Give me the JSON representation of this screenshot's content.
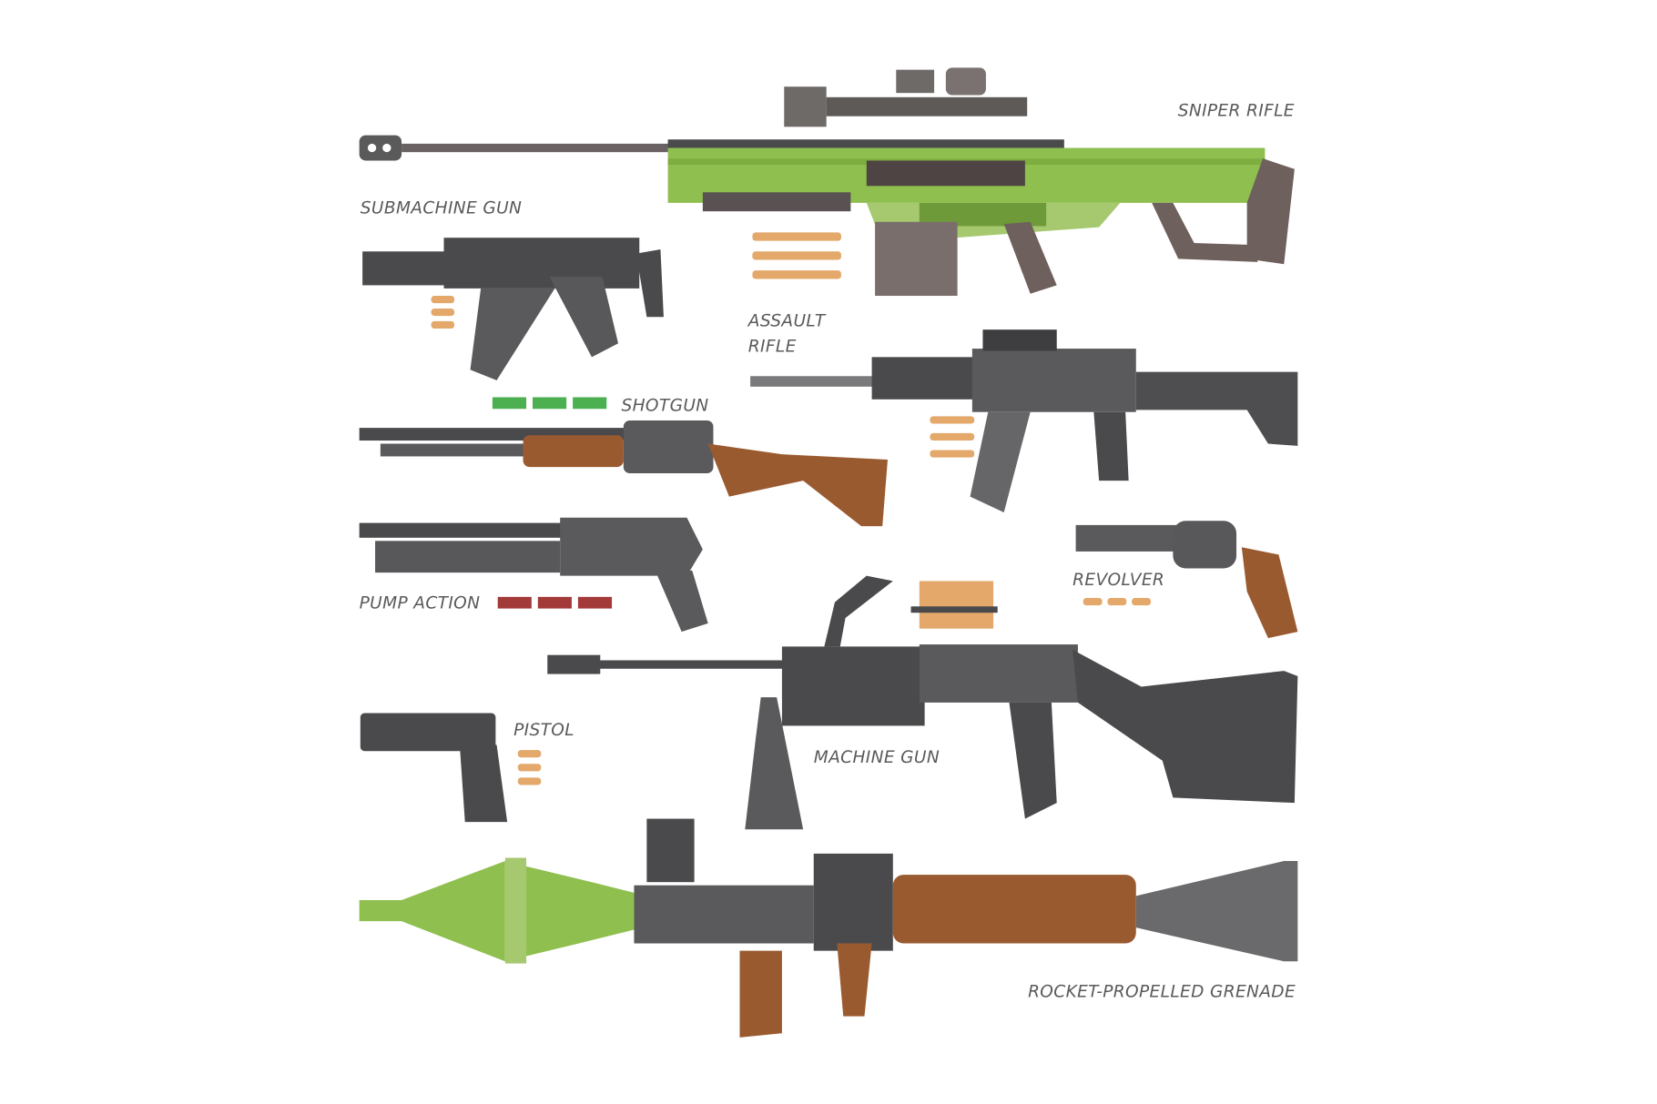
{
  "labels": {
    "sniper_rifle": "SNIPER RIFLE",
    "submachine_gun": "SUBMACHINE GUN",
    "assault_rifle_1": "ASSAULT",
    "assault_rifle_2": "RIFLE",
    "shotgun": "SHOTGUN",
    "pump_action": "PUMP ACTION",
    "revolver": "REVOLVER",
    "pistol": "PISTOL",
    "machine_gun": "MACHINE GUN",
    "rpg": "ROCKET-PROPELLED GRENADE"
  },
  "colors": {
    "gun_dark": "#4a4a4c",
    "gun_mid": "#616163",
    "sniper_green": "#8fbf4f",
    "sniper_dark_green": "#6f9a3a",
    "wood": "#9a5a30",
    "stock_brown": "#6e605c",
    "brass": "#e3a86a",
    "label": "#5a5a5a"
  }
}
